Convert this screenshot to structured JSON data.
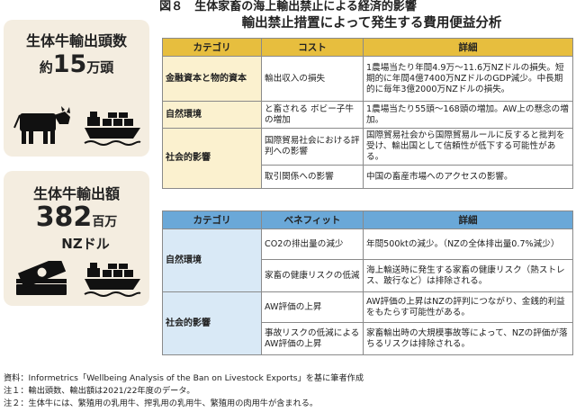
{
  "figure_label": "図８",
  "title_main": "生体家畜の海上輸出禁止による経済的影響",
  "title_sub": "輸出禁止措置によって発生する費用便益分析",
  "panel_heads": {
    "title": "生体牛輸出頭数",
    "prefix": "約",
    "value": "15",
    "unit": "万頭",
    "icons": [
      "cow-icon",
      "cargo-ship-icon"
    ]
  },
  "panel_value": {
    "title": "生体牛輸出額",
    "value": "382",
    "unit1": "百万",
    "unit2": "NZドル",
    "icons": [
      "money-stack-icon",
      "cargo-ship-icon"
    ]
  },
  "cost_table": {
    "headers": [
      "カテゴリ",
      "コスト",
      "詳細"
    ],
    "rows": [
      {
        "category": "金融資本と物的資本",
        "item": "輸出収入の損失",
        "detail": "1農場当たり年間4.9万～11.6万NZドルの損失。短期的に年間4億7400万NZドルのGDP減少。中長期的に毎年3億2000万NZドルの損失。"
      },
      {
        "category": "自然環境",
        "item": "と畜される ボビー子牛の増加",
        "detail": "1農場当たり55頭～168頭の増加。AW上の懸念の増加。"
      },
      {
        "category": "社会的影響",
        "item": "国際貿易社会における評判への影響",
        "detail": "国際貿易社会から国際貿易ルールに反すると批判を受け、輸出国として信頼性が低下する可能性がある。"
      },
      {
        "category": "",
        "item": "取引関係への影響",
        "detail": "中国の畜産市場へのアクセスの影響。"
      }
    ]
  },
  "benefit_table": {
    "headers": [
      "カテゴリ",
      "ベネフィット",
      "詳細"
    ],
    "rows": [
      {
        "category": "自然環境",
        "item": "CO2の排出量の減少",
        "detail": "年間500ktの減少。（NZの全体排出量0.7%減少）"
      },
      {
        "category": "",
        "item": "家畜の健康リスクの低減",
        "detail": "海上輸送時に発生する家畜の健康リスク（熱ストレス、跛行など）は排除される。"
      },
      {
        "category": "社会的影響",
        "item": "AW評価の上昇",
        "detail": "AW評価の上昇はNZの評判につながり、金銭的利益をもたらす可能性がある。"
      },
      {
        "category": "",
        "item": "事故リスクの低減によるAW評価の上昇",
        "detail": "家畜輸出時の大規模事故等によって、NZの評価が落ちるリスクは排除される。"
      }
    ]
  },
  "notes": [
    "資料：Informetrics「Wellbeing Analysis of the Ban on Livestock Exports」を基に筆者作成",
    "注１：輸出頭数、輸出額は2021/22年度のデータ。",
    "注２：生体牛には、繁殖用の乳用牛、搾乳用の乳用牛、繁殖用の肉用牛が含まれる。"
  ],
  "colors": {
    "panel_bg": "#f4ede0",
    "cost_header": "#e7be3e",
    "cost_category": "#fbf1cf",
    "benefit_header": "#6aa8d8",
    "benefit_category": "#d9e9f6"
  }
}
